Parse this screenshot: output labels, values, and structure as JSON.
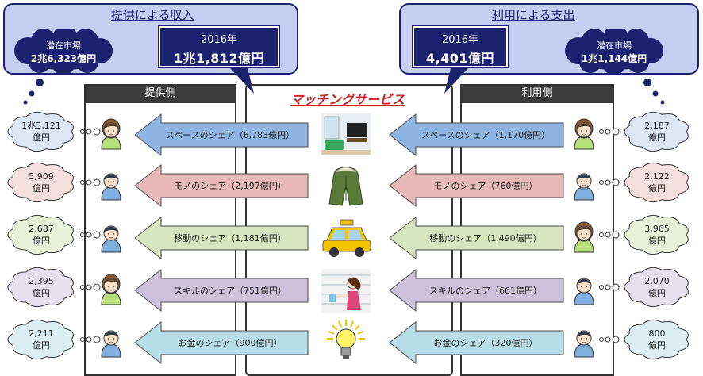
{
  "left_panel": {
    "title": "提供による収入",
    "potential_label": "潜在市場",
    "potential_value": "2兆6,323億円",
    "year": "2016年",
    "amount": "1兆1,812億円"
  },
  "right_panel": {
    "title": "利用による支出",
    "potential_label": "潜在市場",
    "potential_value": "1兆1,144億円",
    "year": "2016年",
    "amount": "4,401億円"
  },
  "columns": {
    "left_header": "提供側",
    "right_header": "利用側",
    "center_title": "マッチングサービス"
  },
  "unit": "億円",
  "rows": [
    {
      "name": "スペースのシェア",
      "provider_label": "スペースのシェア（6,783億円）",
      "user_label": "スペースのシェア（1,170億円）",
      "provider_potential": "1兆3,121",
      "user_potential": "2,187",
      "color": "#8db4e2",
      "cloud_color": "#dce6f5",
      "icon": "living-room-icon"
    },
    {
      "name": "モノのシェア",
      "provider_label": "モノのシェア（2,197億円）",
      "user_label": "モノのシェア（760億円）",
      "provider_potential": "5,909",
      "user_potential": "2,122",
      "color": "#e6b8b7",
      "cloud_color": "#f5dede",
      "icon": "coat-icon"
    },
    {
      "name": "移動のシェア",
      "provider_label": "移動のシェア（1,181億円）",
      "user_label": "移動のシェア（1,490億円）",
      "provider_potential": "2,687",
      "user_potential": "3,965",
      "color": "#d7e4bd",
      "cloud_color": "#e8f0d8",
      "icon": "taxi-icon"
    },
    {
      "name": "スキルのシェア",
      "provider_label": "スキルのシェア（751億円）",
      "user_label": "スキルのシェア（661億円）",
      "provider_potential": "2,395",
      "user_potential": "2,070",
      "color": "#ccc1da",
      "cloud_color": "#e6e0ee",
      "icon": "cleaning-person-icon"
    },
    {
      "name": "お金のシェア",
      "provider_label": "お金のシェア（900億円）",
      "user_label": "お金のシェア（320億円）",
      "provider_potential": "2,211",
      "user_potential": "800",
      "color": "#b7dde8",
      "cloud_color": "#dbeef4",
      "icon": "lightbulb-icon"
    }
  ]
}
